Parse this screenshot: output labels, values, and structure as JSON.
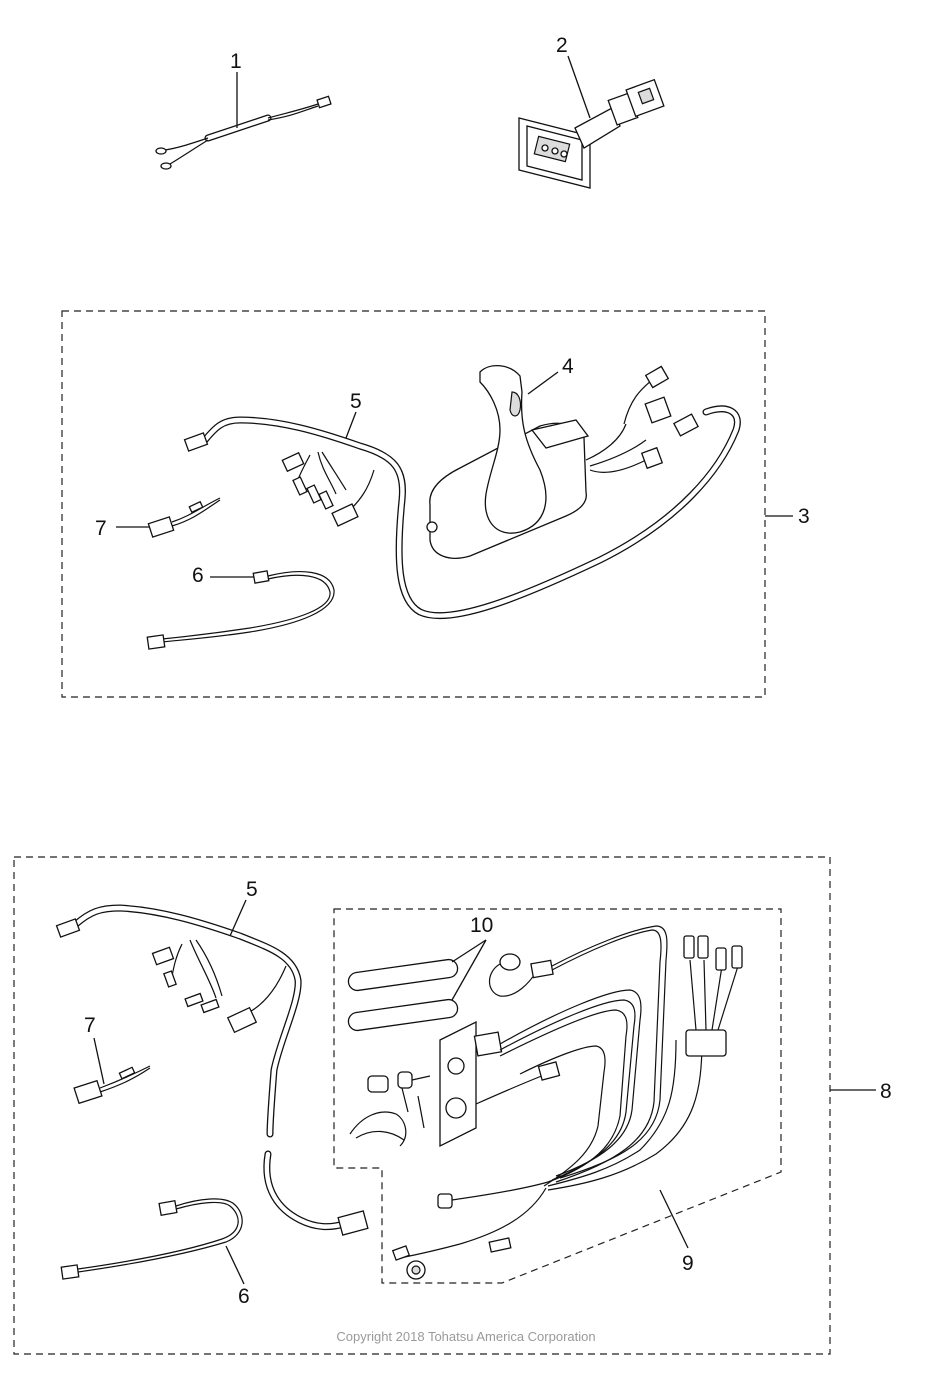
{
  "callouts": {
    "c1": "1",
    "c2": "2",
    "c3": "3",
    "c4": "4",
    "c5a": "5",
    "c6a": "6",
    "c7a": "7",
    "c5b": "5",
    "c6b": "6",
    "c7b": "7",
    "c8": "8",
    "c9": "9",
    "c10": "10"
  },
  "copyright": "Copyright 2018 Tohatsu America Corporation"
}
